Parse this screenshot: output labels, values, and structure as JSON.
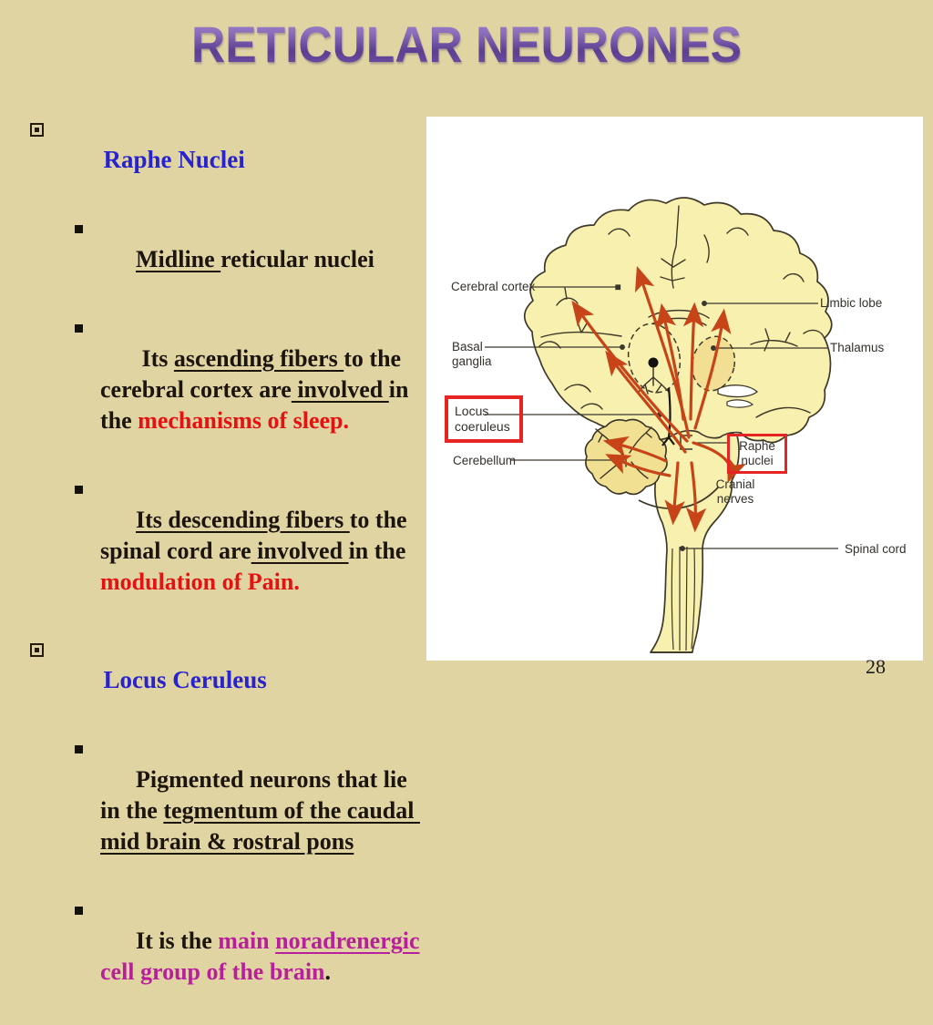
{
  "slide": {
    "title": "RETICULAR NEURONES",
    "page_number": "28",
    "colors": {
      "background": "#e1d4a3",
      "title_purple": "#6b4b9f",
      "heading_blue": "#2823cf",
      "body_black": "#1b150e",
      "emphasis_red": "#e51212",
      "emphasis_magenta": "#b81f9b",
      "diagram_box_red": "#e62424",
      "diagram_arrow_red": "#c64418",
      "brain_fill": "#f8f0ae",
      "cerebellum_fill": "#f1e092"
    }
  },
  "content": {
    "items": [
      {
        "level": 1,
        "segs": [
          {
            "t": "Raphe Nuclei"
          }
        ]
      },
      {
        "level": 2,
        "segs": [
          {
            "t": "Midline "
          },
          {
            "t": "reticular nuclei"
          }
        ]
      },
      {
        "level": 2,
        "segs": [
          {
            "t": " Its "
          },
          {
            "t": "ascending fibers "
          },
          {
            "t": "to the cerebral cortex are"
          },
          {
            "t": " involved "
          },
          {
            "t": "in the "
          },
          {
            "t": "mechanisms of sleep."
          }
        ]
      },
      {
        "level": 2,
        "segs": [
          {
            "t": "Its descending fibers "
          },
          {
            "t": "to the spinal cord are"
          },
          {
            "t": " involved "
          },
          {
            "t": "in the "
          },
          {
            "t": "modulation of Pain."
          }
        ]
      },
      {
        "level": 1,
        "segs": [
          {
            "t": "Locus Ceruleus"
          }
        ]
      },
      {
        "level": 2,
        "segs": [
          {
            "t": "Pigmented neurons that lie in the "
          },
          {
            "t": "tegmentum of the caudal mid brain & rostral pons"
          }
        ]
      },
      {
        "level": 2,
        "segs": [
          {
            "t": "It is the "
          },
          {
            "t": "main "
          },
          {
            "t": "noradrenergic"
          },
          {
            "t": " cell group of the brain"
          },
          {
            "t": "."
          }
        ]
      }
    ]
  },
  "diagram": {
    "labels": {
      "cerebral_cortex": "Cerebral cortex",
      "limbic_lobe": "Limbic lobe",
      "basal_ganglia": "Basal ganglia",
      "thalamus": "Thalamus",
      "locus_coeruleus": "Locus coeruleus",
      "cerebellum": "Cerebellum",
      "raphe_nuclei": "Raphe nuclei",
      "cranial_nerves": "Cranial nerves",
      "spinal_cord": "Spinal cord"
    }
  }
}
